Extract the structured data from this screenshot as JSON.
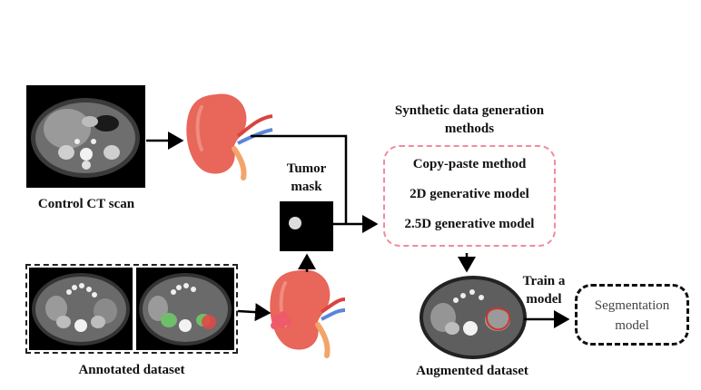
{
  "labels": {
    "control_ct": "Control CT scan",
    "annotated_dataset": "Annotated dataset",
    "tumor_mask_line1": "Tumor",
    "tumor_mask_line2": "mask",
    "synthetic_title_line1": "Synthetic data generation",
    "synthetic_title_line2": "methods",
    "train_line1": "Train a",
    "train_line2": "model",
    "augmented_dataset": "Augmented dataset"
  },
  "methods": [
    "Copy-paste method",
    "2D generative model",
    "2.5D generative model"
  ],
  "segmentation": {
    "line1": "Segmentation",
    "line2": "model"
  },
  "colors": {
    "kidney": "#e8665a",
    "kidney_highlight": "#f08b7f",
    "artery": "#d9443f",
    "vein": "#5b86d8",
    "ureter": "#f3a46a",
    "tumor": "#ef5a6a",
    "method_border": "#f28a9c",
    "green_label": "#6fbf6a",
    "red_label": "#e04848"
  }
}
